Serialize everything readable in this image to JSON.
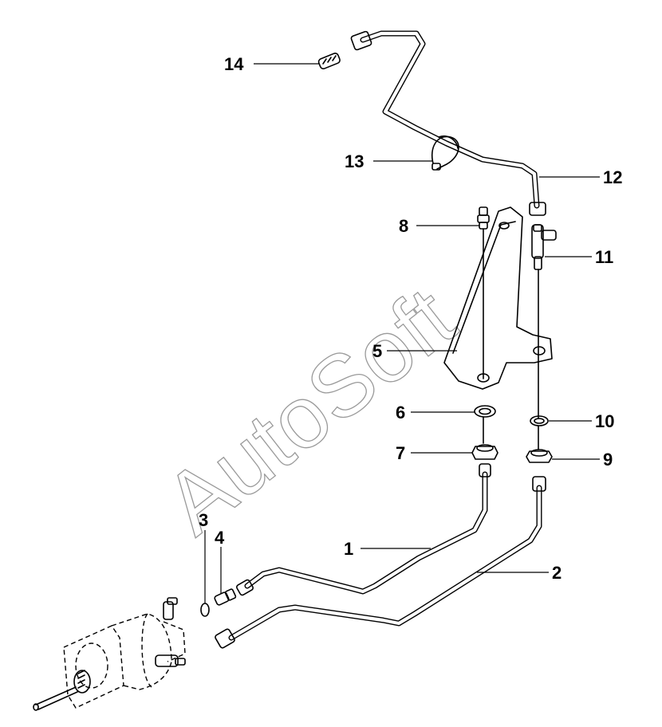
{
  "watermark": "AutoSoft",
  "callouts": [
    "1",
    "2",
    "3",
    "4",
    "5",
    "6",
    "7",
    "8",
    "9",
    "10",
    "11",
    "12",
    "13",
    "14"
  ],
  "colors": {
    "line": "#000000",
    "watermark": "#9a9a9a",
    "background": "#ffffff"
  }
}
